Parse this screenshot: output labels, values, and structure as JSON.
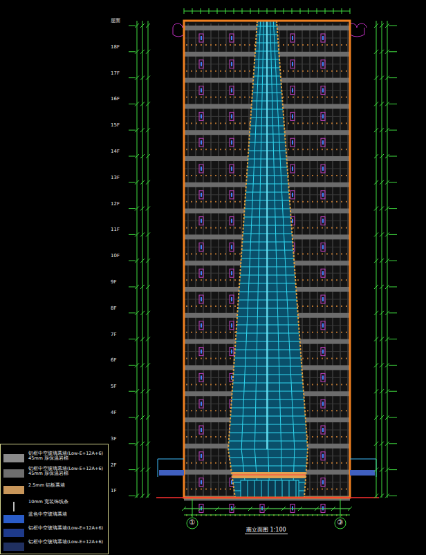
{
  "diagram": {
    "caption": "南立面图 1:100",
    "labels": [
      "屋面",
      "18F",
      "17F",
      "16F",
      "15F",
      "14F",
      "13F",
      "12F",
      "11F",
      "10F",
      "9F",
      "8F",
      "7F",
      "6F",
      "5F",
      "4F",
      "3F",
      "2F",
      "1F",
      "①",
      "③"
    ],
    "legend": [
      {
        "text": "铝框中空玻璃幕墙(Low-E+12A+6) 45mm 厚保温岩棉",
        "color": "#8a8a8a"
      },
      {
        "text": "铝框中空玻璃幕墙(Low-E+12A+6) 45mm 厚保温岩棉",
        "color": "#6e6e6e"
      },
      {
        "text": "2.5mm 铝板幕墙",
        "color": "#c8965a"
      },
      {
        "text": "10mm 宽装饰线条"
      },
      {
        "text": "蓝色中空玻璃幕墙",
        "color": "#2a5cc8"
      },
      {
        "text": "铝框中空玻璃幕墙(Low-E+12A+6)",
        "color": "#1e3a8a"
      },
      {
        "text": "铝框中空玻璃幕墙(Low-E+12A+6)",
        "color": "#203060"
      }
    ]
  }
}
